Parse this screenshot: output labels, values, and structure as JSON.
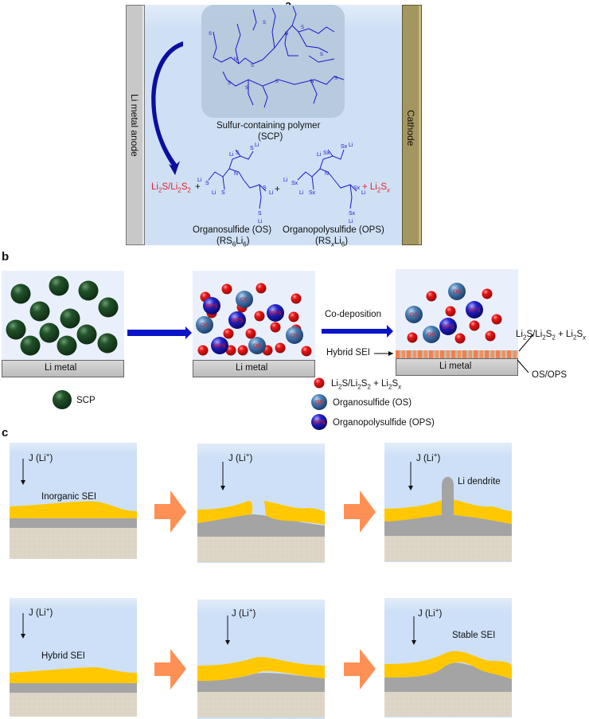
{
  "panels": {
    "a": {
      "label": "a",
      "anode_label": "Li metal anode",
      "cathode_label": "Cathode",
      "polymer_name": "Sulfur-containing polymer",
      "polymer_abbr": "(SCP)",
      "products": {
        "inorganic_1": {
          "text_parts": [
            "Li",
            "2",
            "S/Li",
            "2",
            "S",
            "2"
          ]
        },
        "plus": "+",
        "os_name": "Organosulfide (OS)",
        "os_formula": [
          "(RS",
          "6",
          "Li",
          "6",
          ")"
        ],
        "ops_name": "Organopolysulfide (OPS)",
        "ops_formula": [
          "(RS",
          "x",
          "Li",
          "6",
          ")"
        ],
        "inorganic_2": {
          "text_parts": [
            "+ Li",
            "2",
            "S",
            "x"
          ]
        }
      },
      "colors": {
        "electrolyte": "#cfe0f5",
        "anode": "#c8c8c8",
        "cathode": "#a39660",
        "polymer_box": "#b4c8dc",
        "structure": "#1a1acc",
        "inorganic": "#e8202a",
        "curved_arrow": "#0b0fa0"
      }
    },
    "b": {
      "label": "b",
      "li_metal_label": "Li metal",
      "step_label": "Co-deposition",
      "hybrid_sei_label": "Hybrid SEI",
      "right_annotation_1": [
        "Li",
        "2",
        "S/Li",
        "2",
        "S",
        "2",
        " + Li",
        "2",
        "S",
        "x"
      ],
      "right_annotation_2": "OS/OPS",
      "legend": {
        "scp": "SCP",
        "inorganic": [
          "Li",
          "2",
          "S/Li",
          "2",
          "S",
          "2",
          " + Li",
          "2",
          "S",
          "x"
        ],
        "os": "Organosulfide (OS)",
        "ops": "Organopolysulfide (OPS)"
      },
      "ball_labels": {
        "os": "OS",
        "ops": "OPS"
      },
      "colors": {
        "scp": "#1f4a24",
        "inorganic": "#e41818",
        "os": "#4a7fb5",
        "ops": "#2222c8",
        "arrow": "#0a14c8"
      }
    },
    "c": {
      "label": "c",
      "flux_label": "J (Li",
      "flux_sup": "+",
      "flux_close": ")",
      "top_row": {
        "stage1_label": "Inorganic SEI",
        "stage3_label": "Li dendrite"
      },
      "bottom_row": {
        "stage1_label": "Hybrid SEI",
        "stage3_label": "Stable SEI"
      },
      "colors": {
        "electrolyte": "#cde0f7",
        "sei": "#ffc800",
        "lithium": "#a4a4a4",
        "substrate": "#ddd5c6",
        "arrow": "#ff9055"
      }
    }
  }
}
